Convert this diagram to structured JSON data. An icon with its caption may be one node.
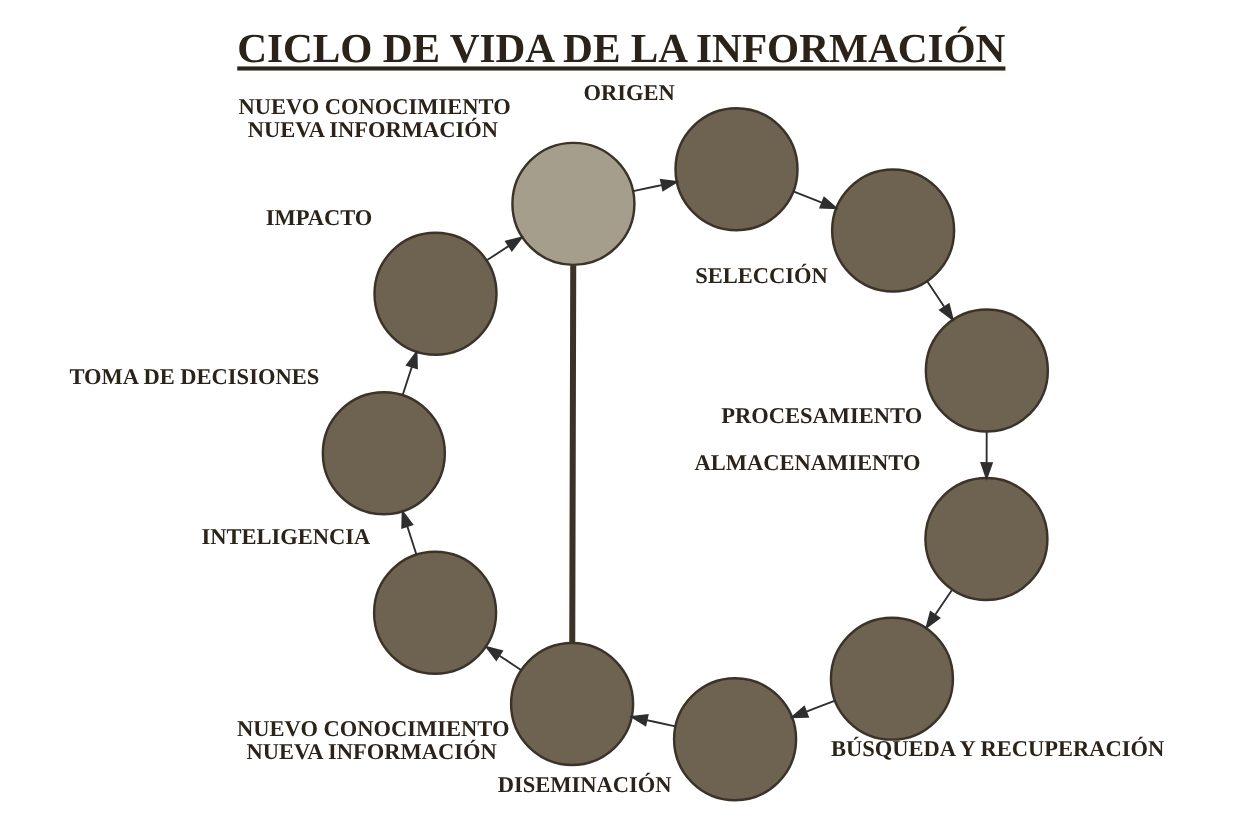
{
  "diagram": {
    "title": "CICLO DE VIDA DE LA INFORMACIÓN",
    "nodes": [
      {
        "text": [],
        "shape": "circle",
        "beside": [
          "NUEVO CONOCIMIENTO",
          "NUEVA INFORMACIÓN"
        ]
      },
      {
        "text": [],
        "shape": "circle",
        "beside": [
          "IMPACTO"
        ]
      },
      {
        "text": [],
        "shape": "circle",
        "beside": [
          "ORIGEN"
        ]
      },
      {
        "text": [],
        "shape": "circle",
        "beside": [
          "DISEMINACIÓN"
        ]
      },
      {
        "text": [],
        "shape": "circle",
        "beside": [
          "SELECCIÓN"
        ]
      },
      {
        "text": [],
        "shape": "circle",
        "beside": [
          "TOMA DE DECISIONES"
        ]
      },
      {
        "text": [],
        "shape": "circle",
        "beside": [
          "BÚSQUEDA Y RECUPERACIÓN"
        ]
      },
      {
        "text": [],
        "shape": "circle",
        "beside": [
          "INTELIGENCIA"
        ]
      },
      {
        "text": [],
        "shape": "circle",
        "beside": [
          "PROCESAMIENTO"
        ]
      },
      {
        "text": [],
        "shape": "circle",
        "beside": [
          "ALMACENAMIENTO"
        ]
      },
      {
        "text": [],
        "shape": "circle",
        "beside": [
          "NUEVO CONOCIMIENTO",
          "NUEVA INFORMACIÓN"
        ]
      }
    ],
    "edges": [
      {
        "from": 1,
        "to": 0,
        "arrow": "to"
      },
      {
        "from": 0,
        "to": 2,
        "arrow": "to"
      },
      {
        "from": 2,
        "to": 4,
        "arrow": "to"
      },
      {
        "from": 4,
        "to": 8,
        "arrow": "to"
      },
      {
        "from": 8,
        "to": 9,
        "arrow": "to"
      },
      {
        "from": 9,
        "to": 6,
        "arrow": "to"
      },
      {
        "from": 6,
        "to": 3,
        "arrow": "to"
      },
      {
        "from": 3,
        "to": 10,
        "arrow": "to"
      },
      {
        "from": 10,
        "to": 7,
        "arrow": "to"
      },
      {
        "from": 7,
        "to": 5,
        "arrow": "to"
      },
      {
        "from": 5,
        "to": 1,
        "arrow": "to"
      },
      {
        "from": 0,
        "to": 10,
        "arrow": "none",
        "style": "thick"
      }
    ]
  }
}
